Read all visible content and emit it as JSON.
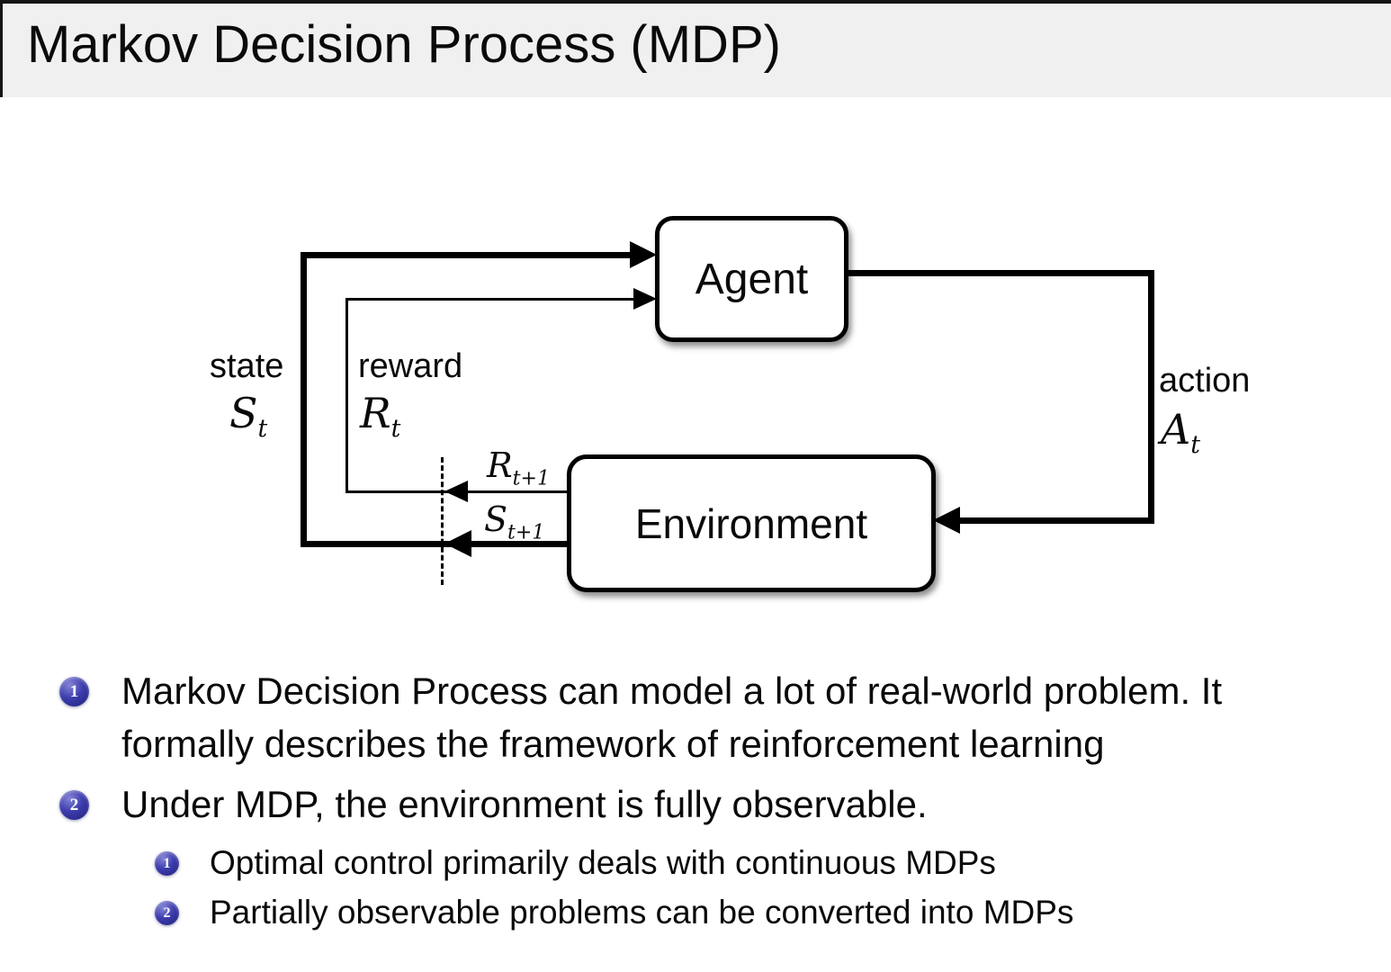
{
  "slide": {
    "title": "Markov Decision Process (MDP)"
  },
  "diagram": {
    "agent_label": "Agent",
    "environment_label": "Environment",
    "state_label": "state",
    "state_symbol": "S",
    "state_sub": "t",
    "reward_label": "reward",
    "reward_symbol": "R",
    "reward_sub": "t",
    "action_label": "action",
    "action_symbol": "A",
    "action_sub": "t",
    "next_reward_symbol": "R",
    "next_reward_sub": "t+1",
    "next_state_symbol": "S",
    "next_state_sub": "t+1"
  },
  "list": {
    "items": [
      {
        "marker": "1",
        "lines": [
          "Markov Decision Process can model a lot of real-world problem. It",
          "formally describes the framework of reinforcement learning"
        ]
      },
      {
        "marker": "2",
        "lines": [
          "Under MDP, the environment is fully observable."
        ],
        "children": [
          {
            "marker": "1",
            "lines": [
              "Optimal control primarily deals with continuous MDPs"
            ]
          },
          {
            "marker": "2",
            "lines": [
              "Partially observable problems can be converted into MDPs"
            ]
          }
        ]
      }
    ]
  },
  "colors": {
    "header_bg": "#f0f0f0",
    "ball_blue": "#2d2d92",
    "line_black": "#000000"
  }
}
